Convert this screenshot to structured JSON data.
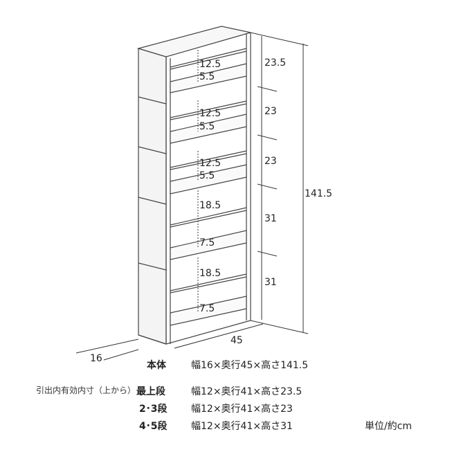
{
  "dimensions": {
    "depth": "16",
    "width": "45",
    "total_height": "141.5",
    "section_heights": [
      "23.5",
      "23",
      "23",
      "31",
      "31"
    ],
    "inner_upper": [
      "12.5",
      "12.5",
      "12.5",
      "18.5",
      "18.5"
    ],
    "inner_lower": [
      "5.5",
      "5.5",
      "5.5",
      "7.5",
      "7.5"
    ]
  },
  "specs": {
    "body_label": "本体",
    "body_value": "幅16×奥行45×高さ141.5",
    "note": "引出内有効内寸（上から）",
    "rows": [
      {
        "label": "最上段",
        "value": "幅12×奥行41×高さ23.5"
      },
      {
        "label": "2･3段",
        "value": "幅12×奥行41×高さ23"
      },
      {
        "label": "4･5段",
        "value": "幅12×奥行41×高さ31"
      }
    ],
    "unit": "単位/約cm"
  }
}
